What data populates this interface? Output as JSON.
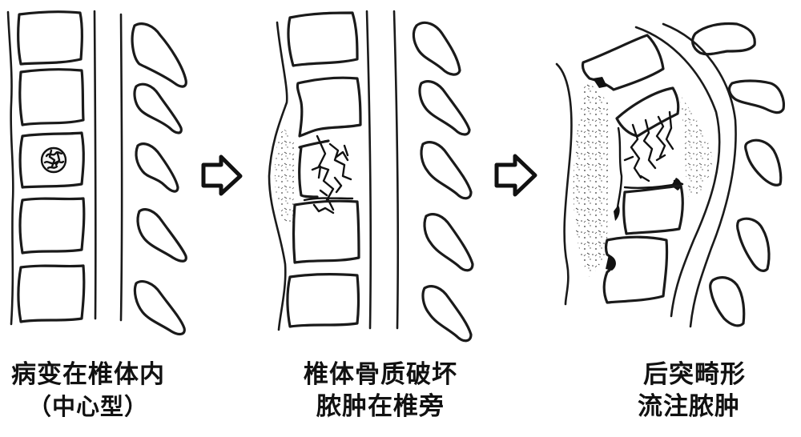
{
  "figure": {
    "type": "medical-illustration",
    "subject": "spinal vertebra lesion progression (sagittal view)",
    "panels": [
      {
        "id": "stage-1",
        "caption_line1": "病变在椎体内",
        "caption_line2": "（中心型）",
        "elements": [
          "5 vertebral bodies",
          "central lesion in middle vertebra",
          "spinal canal lines",
          "5 spinous processes"
        ]
      },
      {
        "id": "stage-2",
        "caption_line1": "椎体骨质破坏",
        "caption_line2": "脓肿在椎旁",
        "elements": [
          "destroyed middle vertebral body",
          "paravertebral abscess (stippled)",
          "spinal canal lines",
          "5 spinous processes"
        ]
      },
      {
        "id": "stage-3",
        "caption_line1": "后突畸形",
        "caption_line2": "流注脓肿",
        "elements": [
          "collapsed vertebra",
          "kyphotic deformity",
          "flowing abscess (stippled)",
          "curved spinal canal",
          "5 spinous processes"
        ]
      }
    ],
    "arrows": [
      {
        "from": "stage-1",
        "to": "stage-2",
        "icon": "right-arrow-outline-icon"
      },
      {
        "from": "stage-2",
        "to": "stage-3",
        "icon": "right-arrow-outline-icon"
      }
    ],
    "colors": {
      "background": "#ffffff",
      "ink": "#1a1a1a"
    }
  }
}
